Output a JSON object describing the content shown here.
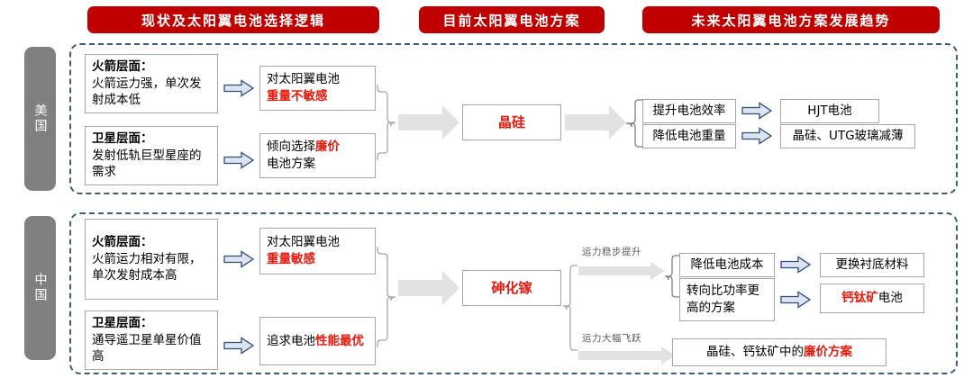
{
  "colors": {
    "banner_red": "#C00000",
    "country_grey": "#808080",
    "accent_red": "#E8190C",
    "region_dash": "#3F5C78",
    "box_border": "#A6A6A6",
    "grey_arrow": "#E2E2E2",
    "blue_arrow_stroke": "#2E4E7E",
    "blue_arrow_fill": "#DCE4F0"
  },
  "banners": [
    {
      "id": "banner-current-logic",
      "label": "现状及太阳翼电池选择逻辑"
    },
    {
      "id": "banner-current-solution",
      "label": "目前太阳翼电池方案"
    },
    {
      "id": "banner-future-trend",
      "label": "未来太阳翼电池方案发展趋势"
    }
  ],
  "rows": [
    {
      "id": "row-usa",
      "country": "美国",
      "drivers": [
        {
          "heading": "火箭层面：",
          "body": "火箭运力强，单次发射成本低"
        },
        {
          "heading": "卫星层面：",
          "body": "发射低轨巨型星座的需求"
        }
      ],
      "implications": [
        {
          "plain": "对太阳翼电池",
          "accent": "重量不敏感",
          "accent_position": "line2"
        },
        {
          "lead": "倾向选择",
          "accent": "廉价",
          "tail": "电池方案"
        }
      ],
      "solution": "晶硅",
      "trends": [
        {
          "approach": "提升电池效率",
          "result_plain": "HJT电池",
          "result_accent": ""
        },
        {
          "approach": "降低电池重量",
          "result_plain": "晶硅、UTG玻璃减薄",
          "result_accent": ""
        }
      ]
    },
    {
      "id": "row-china",
      "country": "中国",
      "drivers": [
        {
          "heading": "火箭层面：",
          "body": "火箭运力相对有限，单次发射成本高"
        },
        {
          "heading": "卫星层面：",
          "body": "通导遥卫星单星价值高"
        }
      ],
      "implications": [
        {
          "plain": "对太阳翼电池",
          "accent": "重量敏感",
          "accent_position": "line2"
        },
        {
          "lead": "追求电池",
          "accent": "性能最优",
          "tail": ""
        }
      ],
      "solution": "砷化镓",
      "branches": [
        {
          "caption": "运力稳步提升",
          "trends": [
            {
              "approach": "降低电池成本",
              "result_plain": "更换衬底材料",
              "result_accent": ""
            },
            {
              "approach": "转向比功率更高的方案",
              "result_accent": "钙钛矿",
              "result_plain": "电池"
            }
          ]
        },
        {
          "caption": "运力大幅飞跃",
          "outcome_plain": "晶硅、钙钛矿中的",
          "outcome_accent": "廉价方案"
        }
      ]
    }
  ]
}
